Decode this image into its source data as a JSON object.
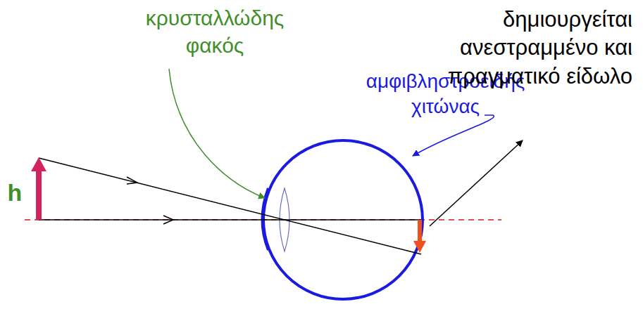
{
  "diagram": {
    "labels": [
      "κρυσταλλώδης φακός",
      "αμφιβληστροειδής χιτώνας",
      "δημιουργείται ανεστραμμένο και πραγματικό είδωλο",
      "h"
    ]
  }
}
